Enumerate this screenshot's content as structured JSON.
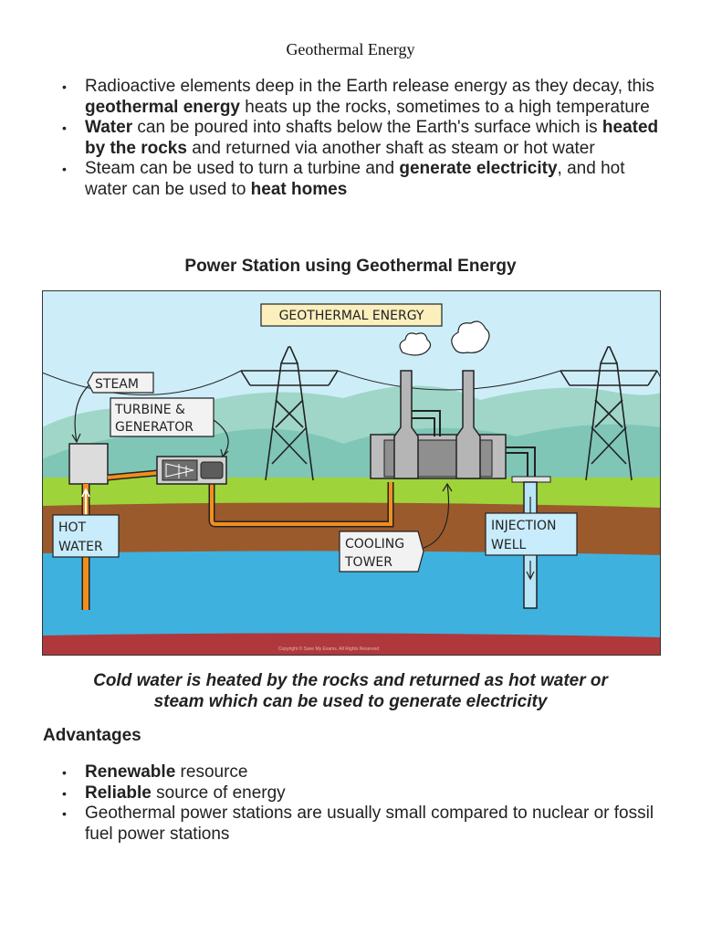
{
  "doc": {
    "title": "Geothermal Energy"
  },
  "intro_bullets": [
    {
      "pre": "Radioactive elements deep in the Earth release energy as they decay, this ",
      "bold": "geothermal energy",
      "post": " heats up the rocks, sometimes to a high temperature"
    },
    {
      "pre": "",
      "bold": "Water",
      "post": " can be poured into shafts below the Earth's surface which is ",
      "bold2": "heated by the rocks",
      "post2": " and returned via another shaft as steam or hot water"
    },
    {
      "pre": "Steam can be used to turn a turbine and ",
      "bold": "generate electricity",
      "post": ", and hot water can be used to ",
      "bold2": "heat homes",
      "post2": ""
    }
  ],
  "diagram": {
    "heading": "Power Station using Geothermal Energy",
    "labels": {
      "geothermal": "GEOTHERMAL ENERGY",
      "steam": "STEAM",
      "turbine_1": "TURBINE &",
      "turbine_2": "GENERATOR",
      "hot_1": "HOT",
      "hot_2": "WATER",
      "cooling_1": "COOLING",
      "cooling_2": "TOWER",
      "injection_1": "INJECTION",
      "injection_2": "WELL"
    },
    "copyright": "Copyright © Save My Exams. All Rights Reserved",
    "colors": {
      "sky": "#cdeef9",
      "hills": "#7fc6b7",
      "grass": "#9ed43a",
      "soil": "#9a5a2c",
      "water": "#3fb1df",
      "bedrock": "#b0383d",
      "pipe": "#f28e1c",
      "label_yellow": "#fbefbd",
      "label_blue": "#c8ecfb"
    }
  },
  "caption": {
    "line1": "Cold water is heated by the rocks and returned as hot water or",
    "line2": "steam which can be used to generate electricity"
  },
  "advantages": {
    "heading": "Advantages",
    "items": [
      {
        "bold": "Renewable",
        "post": " resource"
      },
      {
        "bold": "Reliable",
        "post": " source of energy"
      },
      {
        "bold": "",
        "post": "Geothermal power stations are usually small compared to nuclear or fossil fuel power stations"
      }
    ]
  },
  "bullet_glyph": "•"
}
